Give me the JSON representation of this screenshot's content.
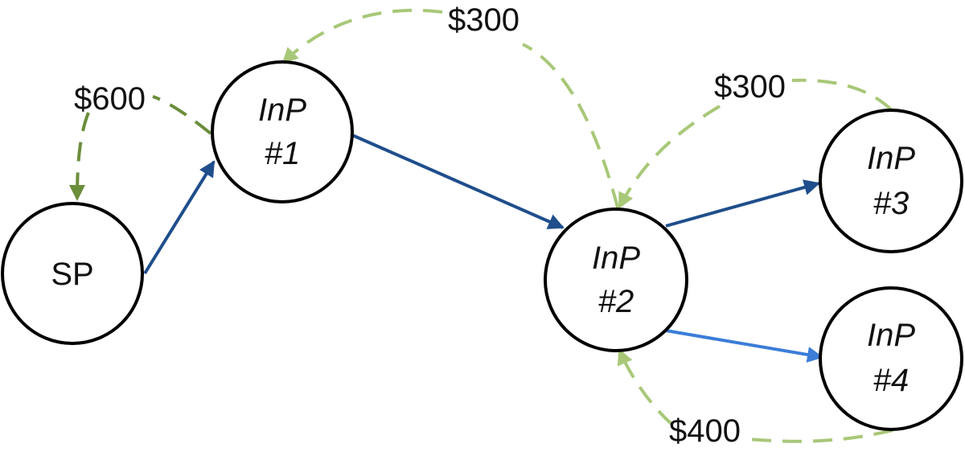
{
  "colors": {
    "node_stroke": "#000000",
    "node_fill": "#ffffff",
    "link_dark": "#1f4e8c",
    "link_light": "#3b7dd8",
    "payment_dark": "#6b8e3a",
    "payment_light": "#a8c878"
  },
  "nodes": [
    {
      "id": "sp",
      "line1": "SP",
      "line2": ""
    },
    {
      "id": "inp1",
      "line1": "InP",
      "line2": "#1"
    },
    {
      "id": "inp2",
      "line1": "InP",
      "line2": "#2"
    },
    {
      "id": "inp3",
      "line1": "InP",
      "line2": "#3"
    },
    {
      "id": "inp4",
      "line1": "InP",
      "line2": "#4"
    }
  ],
  "payments": {
    "inp1_to_sp": "$600",
    "inp2_to_inp1": "$300",
    "inp3_to_inp2": "$300",
    "inp4_to_inp2": "$400"
  },
  "icons": {
    "link_arrow": "arrow-icon",
    "payment_arrow": "dashed-arrow-icon"
  }
}
